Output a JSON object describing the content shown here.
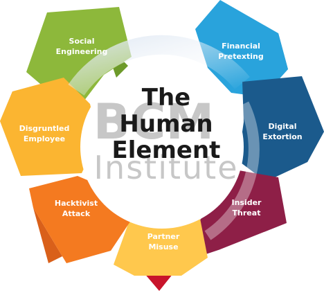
{
  "title": {
    "line1": "The",
    "line2": "Human",
    "line3": "Element"
  },
  "watermark": {
    "main": "BCM",
    "sub": "Institute"
  },
  "segments": [
    {
      "id": "social-engineering",
      "line1": "Social",
      "line2": "Engineering",
      "color": "#8db83b"
    },
    {
      "id": "financial-pretexting",
      "line1": "Financial",
      "line2": "Pretexting",
      "color": "#29a3dc"
    },
    {
      "id": "digital-extortion",
      "line1": "Digital",
      "line2": "Extortion",
      "color": "#1b5a8c"
    },
    {
      "id": "insider-threat",
      "line1": "Insider",
      "line2": "Threat",
      "color": "#8e1f47"
    },
    {
      "id": "partner-misuse",
      "line1": "Partner",
      "line2": "Misuse",
      "color": "#ffc84d"
    },
    {
      "id": "hacktivist-attack",
      "line1": "Hacktivist",
      "line2": "Attack",
      "color": "#f47a20"
    },
    {
      "id": "disgruntled-employee",
      "line1": "Disgruntled",
      "line2": "Employee",
      "color": "#fbb531"
    }
  ],
  "arrow_colors": {
    "social-engineering": "#6d9a2a",
    "financial-pretexting": "#1e86bd",
    "digital-extortion": "#134a74",
    "insider-threat": "#6e1535",
    "partner-misuse": "#c8142b",
    "hacktivist-attack": "#d9601a",
    "disgruntled-employee": "#e89a18"
  }
}
